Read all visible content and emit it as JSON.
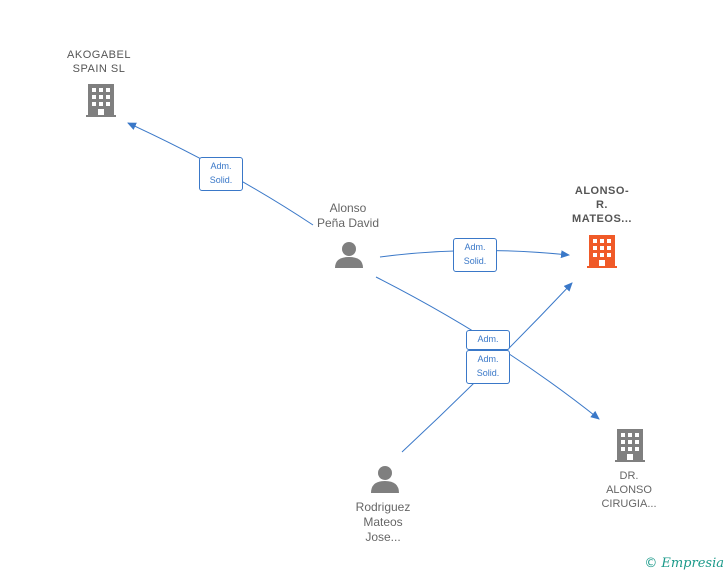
{
  "colors": {
    "edge": "#3a78c8",
    "company": "#7f7f7f",
    "company_highlight": "#f05a28",
    "person": "#7f7f7f"
  },
  "nodes": {
    "akogabel": {
      "label": "AKOGABEL\nSPAIN  SL",
      "icon": "building-icon"
    },
    "alonso_r_mateos": {
      "label": "ALONSO-\nR.\nMATEOS...",
      "icon": "building-icon"
    },
    "dr_alonso": {
      "label": "DR.\nALONSO\nCIRUGIA...",
      "icon": "building-icon"
    },
    "alonso_pena": {
      "label": "Alonso\nPeña David",
      "icon": "person-icon"
    },
    "rodriguez_mateos": {
      "label": "Rodriguez\nMateos\nJose...",
      "icon": "person-icon"
    }
  },
  "edges": {
    "e1": "Adm.\nSolid.",
    "e2": "Adm.\nSolid.",
    "e3": "Adm.",
    "e4": "Adm.\nSolid."
  },
  "watermark": {
    "symbol": "©",
    "text": "Empresia"
  }
}
